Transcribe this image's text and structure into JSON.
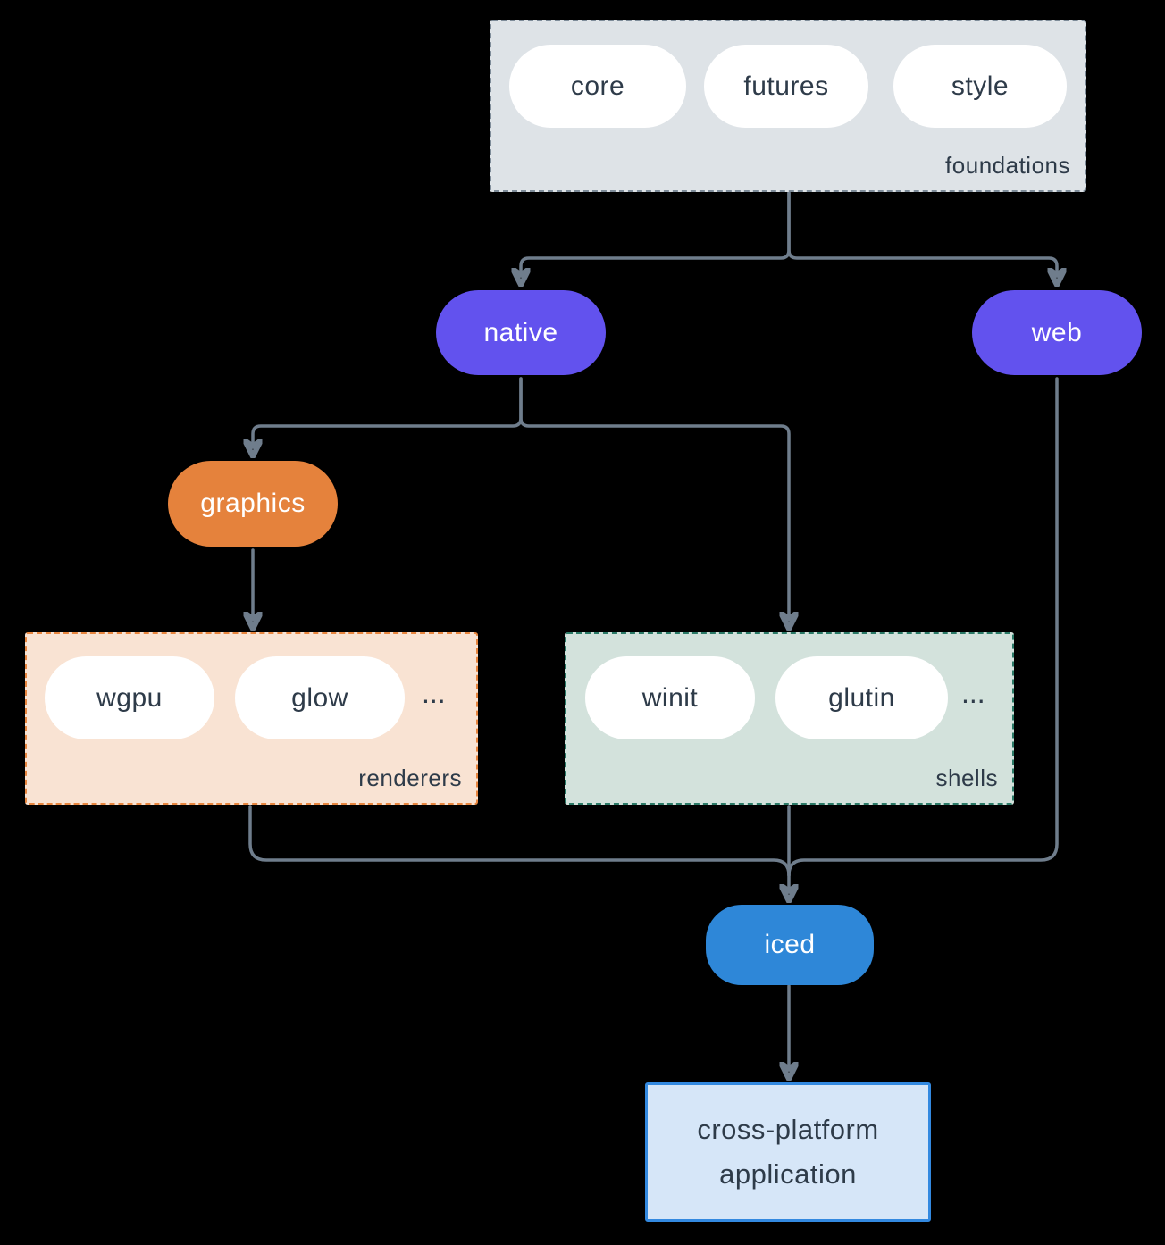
{
  "colors": {
    "background": "#000000",
    "connector": "#6f7d8c",
    "purple": "#6252ee",
    "orange": "#e5823c",
    "blue": "#2e87d8",
    "foundations_fill": "#dee3e7",
    "foundations_border": "#7e8c99",
    "renderers_fill": "#f9e3d3",
    "renderers_border": "#e8863f",
    "shells_fill": "#d3e2dc",
    "shells_border": "#2b7a67",
    "app_fill": "#d6e6f8",
    "app_border": "#3389e0",
    "text_dark": "#2e3b49"
  },
  "diagram": {
    "foundations": {
      "label": "foundations",
      "items": [
        "core",
        "futures",
        "style"
      ]
    },
    "native": {
      "label": "native"
    },
    "web": {
      "label": "web"
    },
    "graphics": {
      "label": "graphics"
    },
    "renderers": {
      "label": "renderers",
      "items": [
        "wgpu",
        "glow"
      ],
      "ellipsis": "..."
    },
    "shells": {
      "label": "shells",
      "items": [
        "winit",
        "glutin"
      ],
      "ellipsis": "..."
    },
    "iced": {
      "label": "iced"
    },
    "application": {
      "label": "cross-platform application",
      "line1": "cross-platform",
      "line2": "application"
    },
    "edges": [
      "foundations -> native",
      "foundations -> web",
      "native -> graphics",
      "native -> shells",
      "graphics -> renderers",
      "renderers -> iced",
      "shells -> iced",
      "web -> iced",
      "iced -> cross-platform application"
    ]
  }
}
